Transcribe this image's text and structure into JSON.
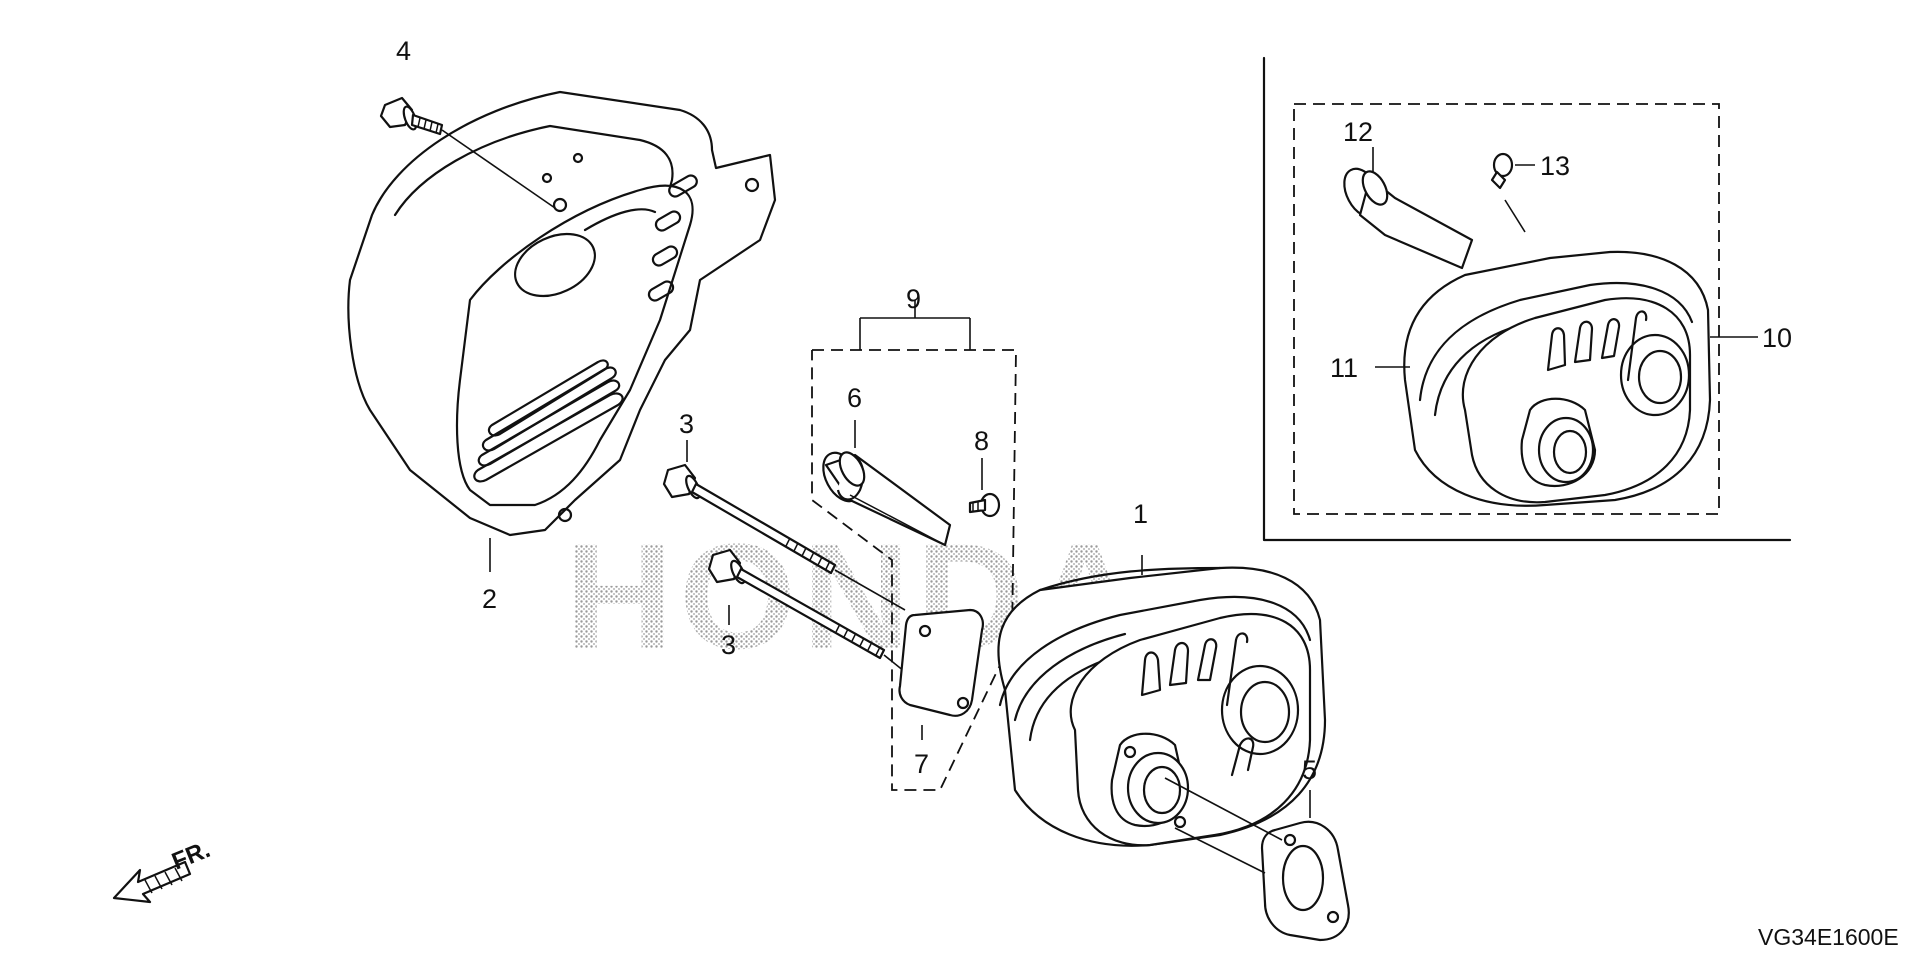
{
  "diagram": {
    "code": "VG34E1600E",
    "direction_label": "FR.",
    "watermark": "HONDA",
    "callouts": {
      "c1": "1",
      "c2": "2",
      "c3a": "3",
      "c3b": "3",
      "c4": "4",
      "c5": "5",
      "c6": "6",
      "c7": "7",
      "c8": "8",
      "c9": "9",
      "c10": "10",
      "c11": "11",
      "c12": "12",
      "c13": "13"
    }
  }
}
